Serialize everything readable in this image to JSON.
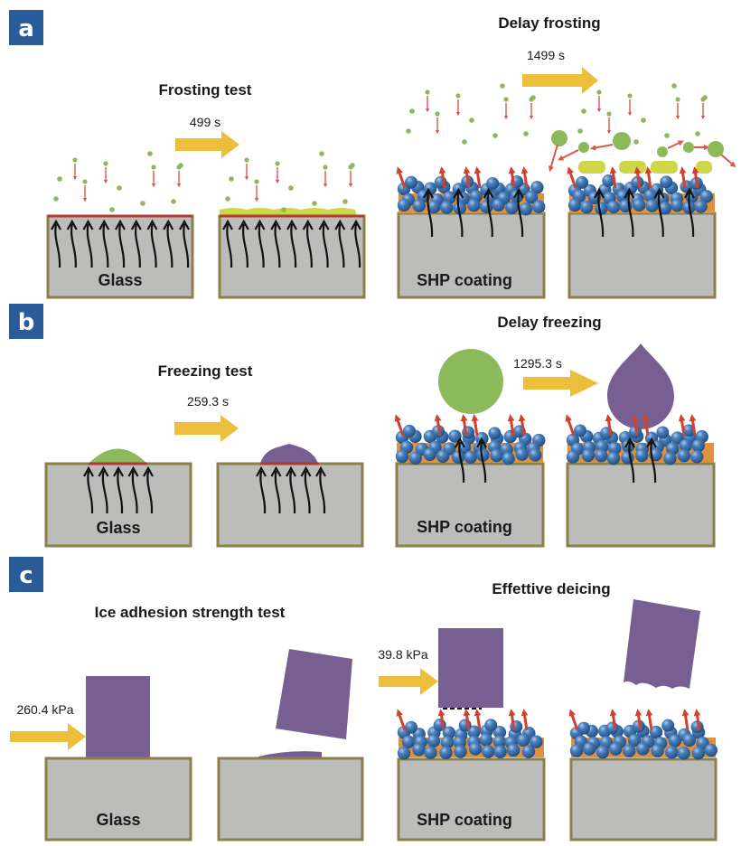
{
  "colors": {
    "badge": "#2a5c9a",
    "substrate_fill": "#bcbcba",
    "substrate_border": "#8c7f4a",
    "interface_line": "#b03a2e",
    "yellow_arrow": "#ecbe3c",
    "droplet_green": "#8cb95a",
    "ice_purple": "#775f91",
    "frost_yellow": "#cfd64a",
    "coating_orange": "#e0913e",
    "particle_blue": "#3a6ea6",
    "heat_arrow": "#111111",
    "vapor_arrow": "#d9574b"
  },
  "panels": [
    {
      "letter": "a",
      "left": {
        "title": "Frosting test",
        "time": "499 s",
        "substrate_label": "Glass"
      },
      "right": {
        "title": "Delay frosting",
        "time": "1499 s",
        "substrate_label": "SHP coating"
      }
    },
    {
      "letter": "b",
      "left": {
        "title": "Freezing test",
        "time": "259.3 s",
        "substrate_label": "Glass"
      },
      "right": {
        "title": "Delay freezing",
        "time": "1295.3 s",
        "substrate_label": "SHP coating"
      }
    },
    {
      "letter": "c",
      "left": {
        "title": "Ice adhesion strength test",
        "force": "260.4 kPa",
        "substrate_label": "Glass"
      },
      "right": {
        "title": "Effettive deicing",
        "force": "39.8 kPa",
        "substrate_label": "SHP coating"
      }
    }
  ]
}
